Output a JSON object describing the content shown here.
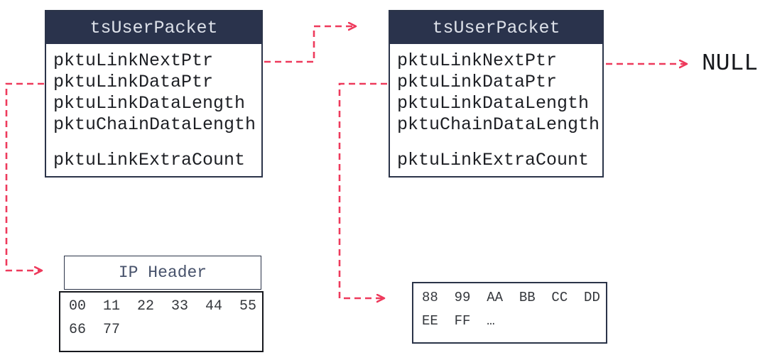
{
  "colors": {
    "arrow_accent": "#ee3a5c",
    "header_bg": "#2a334c",
    "box_border": "#2b3449"
  },
  "packet_box_1": {
    "title": "tsUserPacket",
    "fields": [
      "pktuLinkNextPtr",
      "pktuLinkDataPtr",
      "pktuLinkDataLength",
      "pktuChainDataLength"
    ],
    "extra_field": "pktuLinkExtraCount"
  },
  "packet_box_2": {
    "title": "tsUserPacket",
    "fields": [
      "pktuLinkNextPtr",
      "pktuLinkDataPtr",
      "pktuLinkDataLength",
      "pktuChainDataLength"
    ],
    "extra_field": "pktuLinkExtraCount"
  },
  "ip_header_box": {
    "title": "IP Header",
    "hex_lines": [
      "00  11  22  33  44  55",
      "66  77"
    ]
  },
  "data_buffer_box": {
    "hex_lines": [
      "88  99  AA  BB  CC  DD",
      "EE  FF  …"
    ]
  },
  "null_label": "NULL"
}
